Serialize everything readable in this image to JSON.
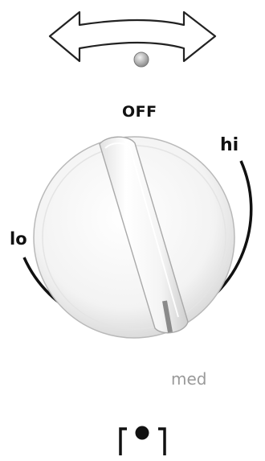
{
  "labels": {
    "off": "OFF",
    "hi": "hi",
    "lo": "lo",
    "med": "med"
  },
  "icons": {
    "rotate": "rotate-both-ways-arrow-icon",
    "indicator": "indicator-dot-icon",
    "bracket": "bracket-with-dot-icon"
  },
  "colors": {
    "ink": "#111111",
    "muted": "#9a9a9a",
    "knob": "#f4f4f4",
    "knob_edge": "#b9b9b9",
    "pointer_mark": "#8a8a8a"
  }
}
